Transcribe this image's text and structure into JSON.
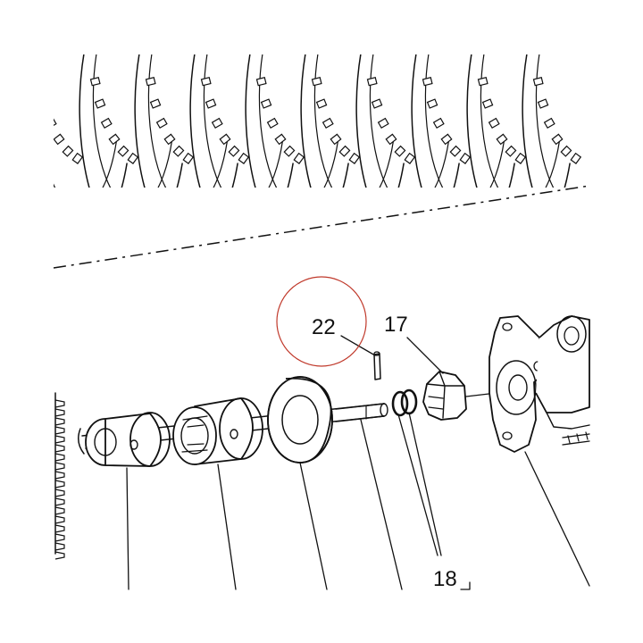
{
  "labels": {
    "part_22": "22",
    "part_17": "17",
    "part_18": "18"
  },
  "colors": {
    "ink": "#111111",
    "highlight_circle": "#c0392b",
    "background": "#ffffff"
  },
  "chart_data": {
    "type": "exploded-parts-diagram",
    "callouts": [
      "22",
      "17",
      "18"
    ]
  }
}
